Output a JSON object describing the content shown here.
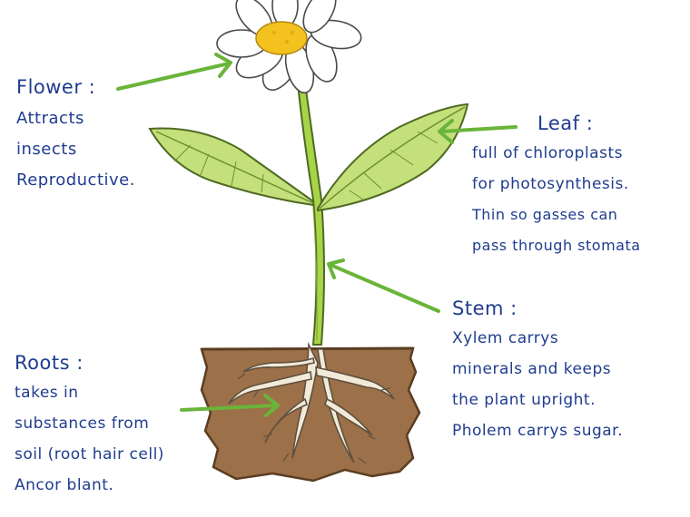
{
  "colors": {
    "annotation_text": "#1f3c8f",
    "arrow": "#6ab43a",
    "leaf": "#c4e07a",
    "stem": "#a8d448",
    "soil": "#9c7048",
    "flower_center": "#f4c21f",
    "root": "#f2ead8"
  },
  "labels": {
    "flower": {
      "title": "Flower :",
      "lines": [
        "Attracts",
        "insects",
        "Reproductive."
      ]
    },
    "leaf": {
      "title": "Leaf :",
      "lines": [
        "full of chloroplasts",
        "for photosynthesis.",
        "Thin so gasses can",
        "pass through stomata"
      ]
    },
    "stem": {
      "title": "Stem :",
      "lines": [
        "Xylem carrys",
        "minerals and keeps",
        "the plant upright.",
        "Pholem carrys sugar."
      ]
    },
    "roots": {
      "title": "Roots :",
      "lines": [
        "takes in",
        "substances from",
        "soil (root hair cell)",
        "Ancor blant."
      ]
    }
  }
}
